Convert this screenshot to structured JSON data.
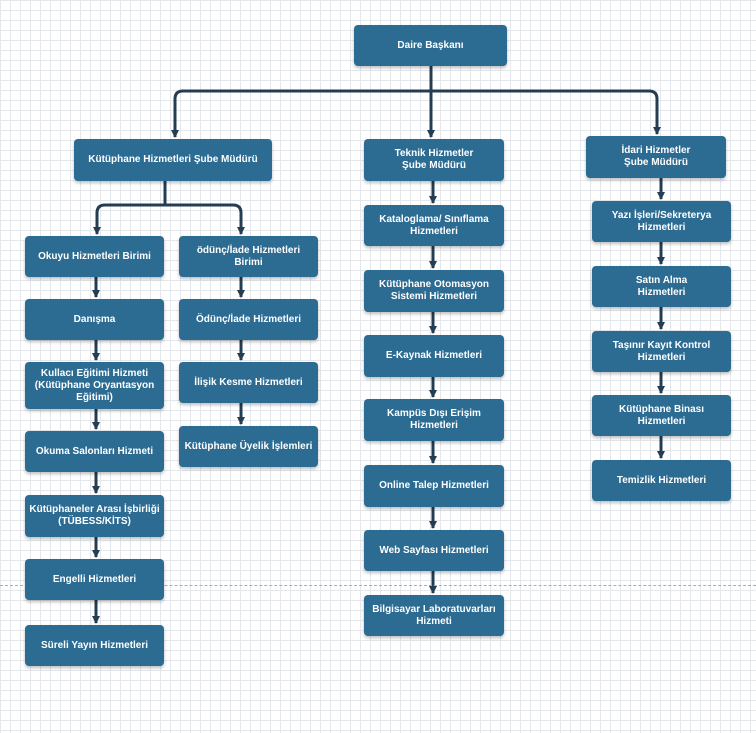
{
  "diagram": {
    "root": {
      "label": "Daire Başkanı"
    },
    "branches": [
      {
        "label": "Kütüphane Hizmetleri Şube Müdürü",
        "sub_columns": [
          {
            "items": [
              "Okuyu Hizmetleri Birimi",
              "Danışma",
              "Kullacı Eğitimi Hizmeti\n(Kütüphane Oryantasyon\nEğitimi)",
              "Okuma Salonları Hizmeti",
              "Kütüphaneler Arası İşbirliği\n(TÜBESS/KİTS)",
              "Engelli Hizmetleri",
              "Süreli Yayın Hizmetleri"
            ]
          },
          {
            "items": [
              "ödünç/İade Hizmetleri Birimi",
              "Ödünç/İade Hizmetleri",
              "İlişik Kesme Hizmetleri",
              "Kütüphane Üyelik İşlemleri"
            ]
          }
        ]
      },
      {
        "label": "Teknik Hizmetler\nŞube Müdürü",
        "items": [
          "Kataloglama/ Sınıflama\nHizmetleri",
          "Kütüphane Otomasyon\nSistemi Hizmetleri",
          "E-Kaynak Hizmetleri",
          "Kampüs Dışı Erişim\nHizmetleri",
          "Online Talep Hizmetleri",
          "Web Sayfası Hizmetleri",
          "Bilgisayar Laboratuvarları\nHizmeti"
        ]
      },
      {
        "label": "İdari Hizmetler\nŞube Müdürü",
        "items": [
          "Yazı İşleri/Sekreterya\nHizmetleri",
          "Satın Alma\nHizmetleri",
          "Taşınır Kayıt Kontrol\nHizmetleri",
          "Kütüphane Binası\nHizmetleri",
          "Temizlik Hizmetleri"
        ]
      }
    ]
  },
  "colors": {
    "node_fill": "#2c6b92",
    "node_text": "#ffffff",
    "connector": "#253d52",
    "grid": "#e4e8ec"
  }
}
